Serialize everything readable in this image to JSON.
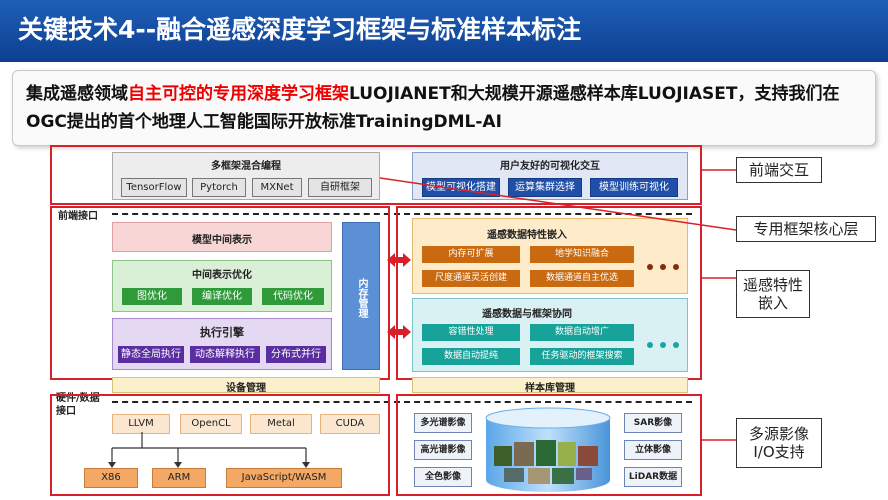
{
  "title": "关键技术4--融合遥感深度学习框架与标准样本标注",
  "intro": {
    "part1": "集成遥感领域",
    "highlight": "自主可控的专用深度学习框架",
    "part2": "LUOJIANET和大规模开源遥感样本库LUOJIASET，支持我们在OGC提出的首个地理人工智能国际开放标准TrainingDML-AI"
  },
  "multi_framework": {
    "title": "多框架混合编程",
    "items": [
      "TensorFlow",
      "Pytorch",
      "MXNet",
      "自研框架"
    ]
  },
  "visual_ui": {
    "title": "用户友好的可视化交互",
    "items": [
      "模型可视化搭建",
      "运算集群选择",
      "模型训练可视化"
    ]
  },
  "frontend_interface": "前端接口",
  "model_ir": "模型中间表示",
  "ir_opt": {
    "title": "中间表示优化",
    "items": [
      "图优化",
      "编译优化",
      "代码优化"
    ]
  },
  "exec_engine": {
    "title": "执行引擎",
    "items": [
      "静态全局执行",
      "动态解释执行",
      "分布式并行"
    ]
  },
  "memory_mgmt": "内存管理",
  "device_mgmt": "设备管理",
  "rs_embed": {
    "title": "遥感数据特性嵌入",
    "items": [
      "内存可扩展",
      "地学知识融合",
      "尺度通道灵活创建",
      "数据通道自主优选"
    ]
  },
  "rs_coop": {
    "title": "遥感数据与框架协同",
    "items": [
      "容错性处理",
      "数据自动增广",
      "数据自动提纯",
      "任务驱动的框架搜索"
    ]
  },
  "sample_mgmt": "样本库管理",
  "hw_interface": "硬件/数据接口",
  "hw_items": [
    "LLVM",
    "OpenCL",
    "Metal",
    "CUDA"
  ],
  "hw_targets": [
    "X86",
    "ARM",
    "JavaScript/WASM"
  ],
  "img_left": [
    "多光谱影像",
    "高光谱影像",
    "全色影像"
  ],
  "img_right": [
    "SAR影像",
    "立体影像",
    "LiDAR数据"
  ],
  "callouts": {
    "frontend": "前端交互",
    "core": "专用框架核心层",
    "rs_feature": "遥感特性嵌入",
    "io": "多源影像I/O支持"
  },
  "colors": {
    "title_bar": "#1f5fb8",
    "highlight": "#e00000",
    "frame_red": "#d8202a"
  }
}
